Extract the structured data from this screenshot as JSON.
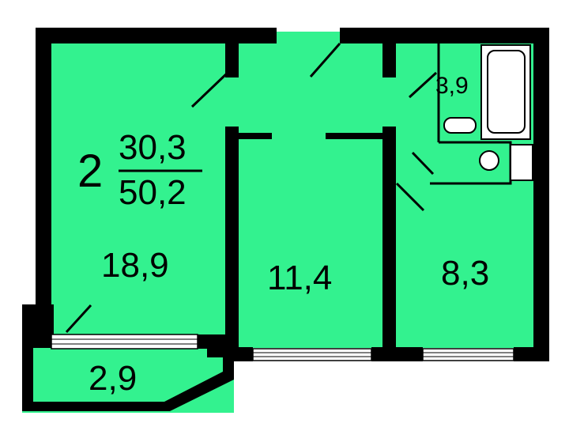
{
  "plan": {
    "rooms_count": "2",
    "living_area": "30,3",
    "total_area": "50,2",
    "rooms": [
      {
        "id": "room-left",
        "area": "18,9"
      },
      {
        "id": "room-middle",
        "area": "11,4"
      },
      {
        "id": "room-right",
        "area": "8,3"
      },
      {
        "id": "bathroom",
        "area": "3,9"
      },
      {
        "id": "balcony",
        "area": "2,9"
      }
    ]
  },
  "colors": {
    "floor": "#33f28f",
    "walls": "#000000",
    "fixtures": "#ffffff"
  }
}
